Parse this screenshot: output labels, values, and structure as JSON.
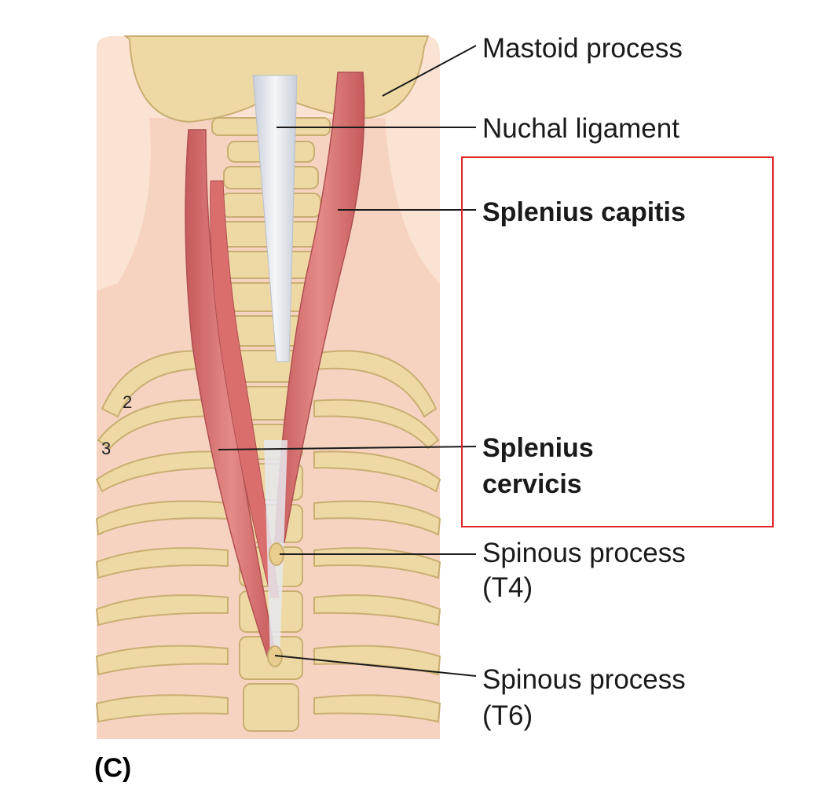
{
  "figure": {
    "panel_letter": "(C)",
    "rib_numbers": [
      "2",
      "3"
    ],
    "labels": {
      "mastoid": "Mastoid process",
      "nuchal": "Nuchal ligament",
      "capitis": "Splenius capitis",
      "cervicis_line1": "Splenius",
      "cervicis_line2": "cervicis",
      "t4_line1": "Spinous process",
      "t4_line2": "(T4)",
      "t6_line1": "Spinous process",
      "t6_line2": "(T6)"
    },
    "colors": {
      "skin": "#f8dccc",
      "bone": "#eed9a4",
      "bone_shadow": "#c9ae72",
      "muscle": "#dc7a78",
      "muscle_dark": "#c65a5b",
      "ligament": "#dfe3ea",
      "highlight_box": "#e0262b"
    }
  }
}
